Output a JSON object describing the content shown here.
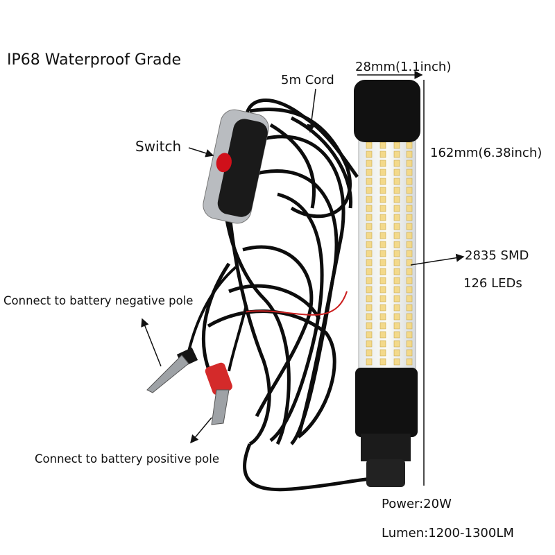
{
  "title": "IP68 Waterproof Grade",
  "labels": {
    "cord": "5m Cord",
    "diameter": "28mm(1.1inch)",
    "switch": "Switch",
    "length": "162mm(6.38inch)",
    "smd": "2835 SMD",
    "leds": "126 LEDs",
    "negative": "Connect to battery negative pole",
    "positive": "Connect to battery positive pole",
    "power": "Power:20W",
    "lumen": "Lumen:1200-1300LM"
  },
  "colors": {
    "cable": "#0d0d0d",
    "switch_body": "#b9bcc0",
    "switch_button": "#d0101a",
    "led": "#f3d98a",
    "clip_red": "#d42a2a"
  }
}
